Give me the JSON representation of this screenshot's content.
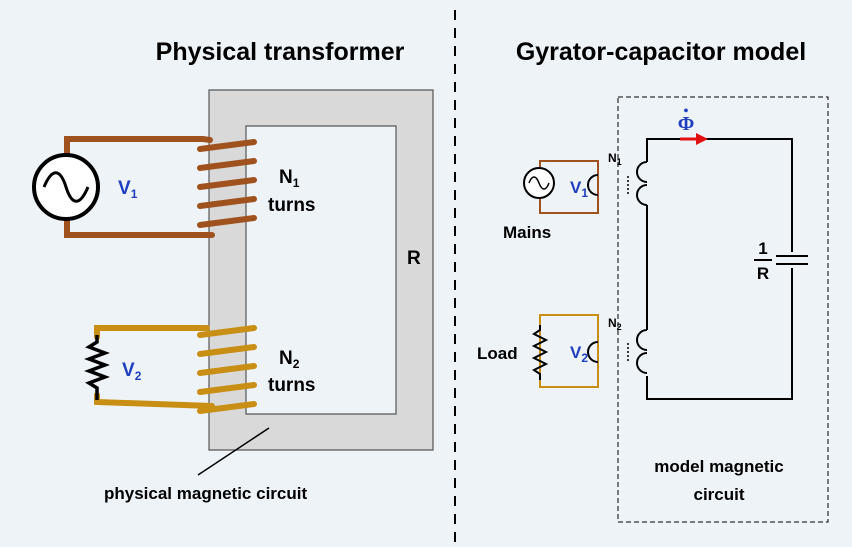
{
  "colors": {
    "background": "#eef3f8",
    "core_fill": "#d9d9d9",
    "primary_winding": "#a0521e",
    "secondary_winding": "#c98f14",
    "voltage_label": "#1f3fbf",
    "flux_arrow": "#e01010"
  },
  "left": {
    "title": "Physical transformer",
    "v1": {
      "main": "V",
      "sub": "1"
    },
    "v2": {
      "main": "V",
      "sub": "2"
    },
    "n1": {
      "main": "N",
      "sub": "1",
      "turns": "turns"
    },
    "n2": {
      "main": "N",
      "sub": "2",
      "turns": "turns"
    },
    "reluctance": "R",
    "core_caption": "physical magnetic circuit"
  },
  "right": {
    "title": "Gyrator-capacitor model",
    "mains": "Mains",
    "load": "Load",
    "v1": {
      "main": "V",
      "sub": "1"
    },
    "v2": {
      "main": "V",
      "sub": "2"
    },
    "n1": {
      "main": "N",
      "sub": "1"
    },
    "n2": {
      "main": "N",
      "sub": "2"
    },
    "flux": "Φ",
    "flux_dot": "•",
    "cap_num": "1",
    "cap_den": "R",
    "box_caption_line1": "model magnetic",
    "box_caption_line2": "circuit"
  }
}
